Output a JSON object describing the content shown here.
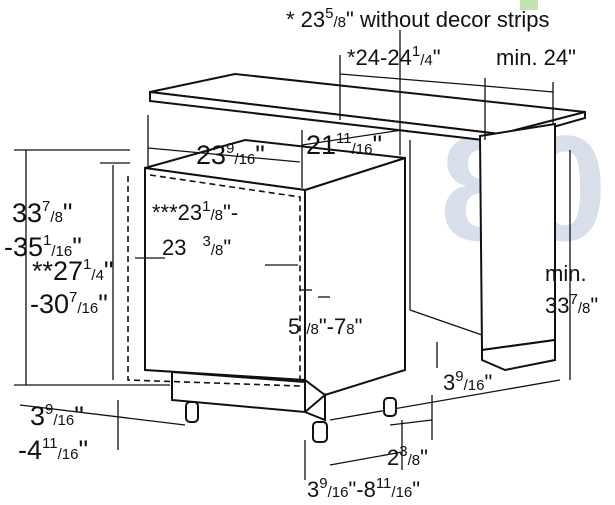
{
  "watermark": "80",
  "colors": {
    "line": "#111111",
    "background": "#ffffff",
    "watermark": "#b9c5da",
    "accent_green": "#9ad17a"
  },
  "labels": {
    "decor_note": {
      "a": "* 23",
      "num": "5",
      "sep": "/",
      "den": "8",
      "rest": "\" without decor strips"
    },
    "depth": {
      "a": "*24-24",
      "num": "1",
      "sep": "/",
      "den": "4",
      "rest": "\""
    },
    "min_depth": "min. 24\"",
    "width": {
      "a": "23",
      "num": "9",
      "sep": "/",
      "den": "16",
      "rest": "\""
    },
    "side_depth": {
      "a": "21",
      "num": "11",
      "sep": "/",
      "den": "16",
      "rest": "\""
    },
    "height_left": {
      "l1a": "33",
      "l1num": "7",
      "l1den": "8",
      "l1rest": "\"",
      "l2a": "-35",
      "l2num": "1",
      "l2den": "16",
      "l2rest": "\""
    },
    "door": {
      "l1": "***23",
      "l1num": "1",
      "l1den": "8",
      "l1rest": "\"-",
      "l2": "23",
      "l2num": "3",
      "l2den": "8",
      "l2rest": "\""
    },
    "door_height": {
      "l1a": "**27",
      "l1num": "1",
      "l1den": "4",
      "l1rest": "\"",
      "l2a": "-30",
      "l2num": "7",
      "l2den": "16",
      "l2rest": "\""
    },
    "panel": {
      "a": "5 ",
      "num": "",
      "sep": "/",
      "den": "8",
      "mid": "\"-7",
      "den2": "8",
      "rest": "\""
    },
    "min_height": {
      "l1": "min.",
      "l2a": "33",
      "l2num": "7",
      "l2den": "8",
      "l2rest": "\""
    },
    "toe_right": {
      "a": "3",
      "num": "9",
      "sep": "/",
      "den": "16",
      "rest": "\""
    },
    "toe_left": {
      "l1a": "3",
      "l1num": "9",
      "l1den": "16",
      "l1rest": "\"",
      "l2a": "-4",
      "l2num": "11",
      "l2den": "16",
      "l2rest": "\""
    },
    "kick": {
      "a": "2",
      "num": "3",
      "sep": "/",
      "den": "8",
      "rest": "\""
    },
    "bottom": {
      "a": "3",
      "num": "9",
      "sep": "/",
      "den": "16",
      "mid": "\"-8",
      "num2": "11",
      "den2": "16",
      "rest": "\""
    }
  }
}
